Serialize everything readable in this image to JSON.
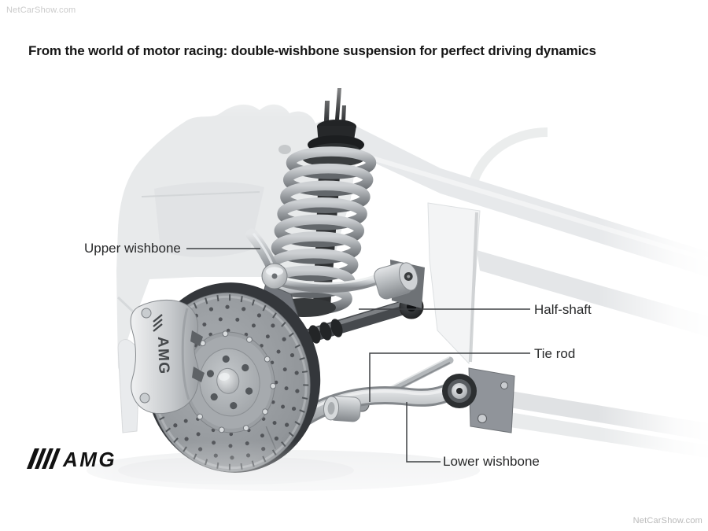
{
  "title": "From the world of motor racing: double-wishbone suspension for perfect driving dynamics",
  "watermarks": {
    "top_left": "NetCarShow.com",
    "bottom_right": "NetCarShow.com"
  },
  "callouts": {
    "upper_wishbone": "Upper wishbone",
    "half_shaft": "Half-shaft",
    "tie_rod": "Tie rod",
    "lower_wishbone": "Lower wishbone"
  },
  "branding": {
    "amg_logo": "AMG",
    "caliper_text": "AMG"
  },
  "colors": {
    "background": "#ffffff",
    "title_text": "#161616",
    "label_text": "#28292a",
    "leader_line": "#3e4144",
    "watermark": "#c4c4c4",
    "metal_light": "#e9ebec",
    "metal_mid": "#a9adb1",
    "dark_part": "#1d1f21"
  }
}
